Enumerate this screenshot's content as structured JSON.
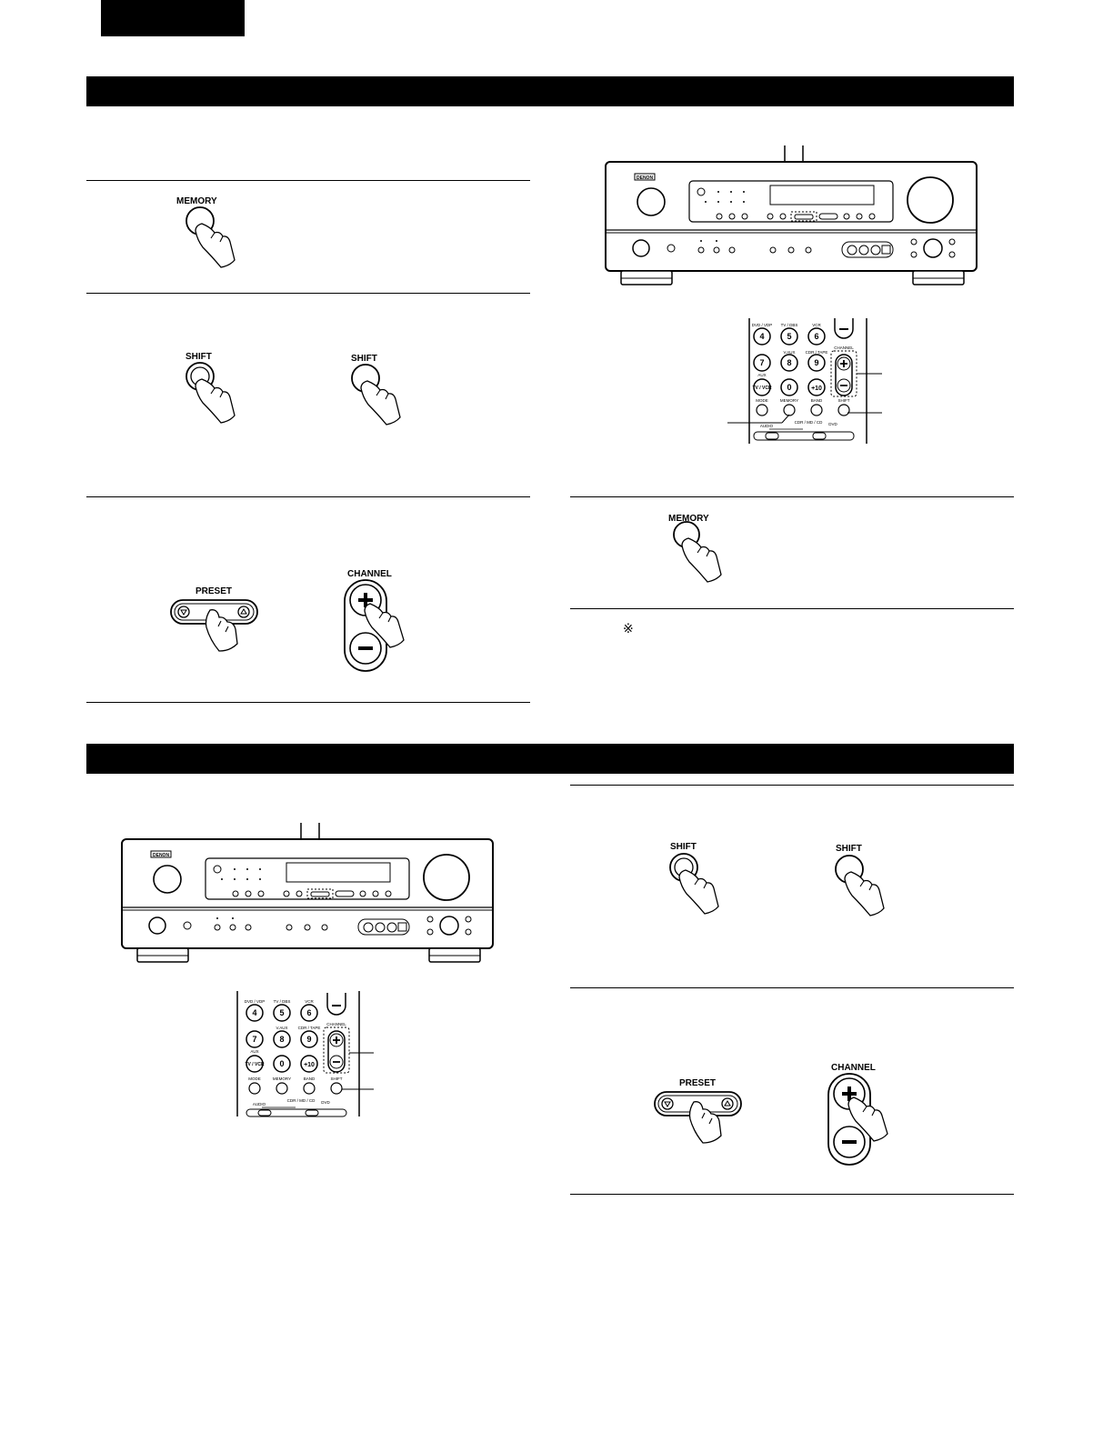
{
  "labels": {
    "memory": "MEMORY",
    "shift": "SHIFT",
    "preset": "PRESET",
    "channel": "CHANNEL",
    "brand": "DENON"
  },
  "symbols": {
    "reference_mark": "※"
  },
  "remote": {
    "row1_labels": [
      "DVD / VDP",
      "TV / DBS",
      "VCR"
    ],
    "row1_keys": [
      "4",
      "5",
      "6"
    ],
    "row2_labels": [
      "",
      "V.AUX",
      "CDR / TAPE"
    ],
    "row2_keys": [
      "7",
      "8",
      "9"
    ],
    "row3_labels": [
      "AUX",
      "",
      ""
    ],
    "row3_keys": [
      "TV / VCR",
      "0",
      "+10"
    ],
    "row4_labels": [
      "MODE",
      "MEMORY",
      "BAND",
      "SHIFT"
    ],
    "row5_labels": [
      "AUDIO",
      "CDR / MD / CD",
      "DVD"
    ],
    "channel": "CHANNEL"
  }
}
